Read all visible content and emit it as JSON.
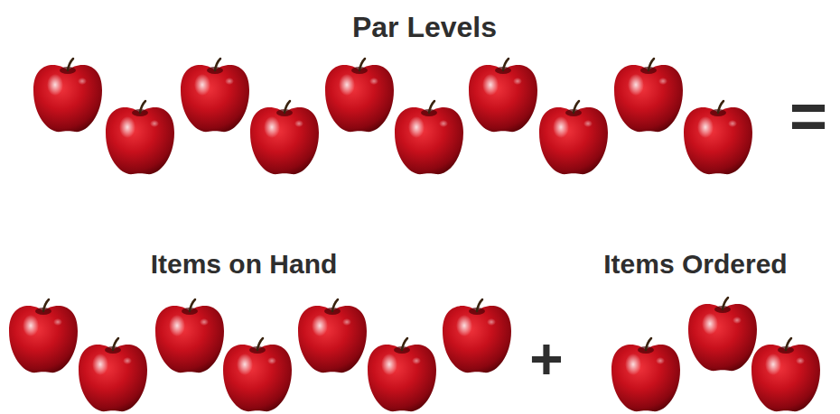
{
  "diagram": {
    "title": "Par Levels",
    "labels": [
      "Items on Hand",
      "Items Ordered",
      "=",
      "+"
    ]
  }
}
